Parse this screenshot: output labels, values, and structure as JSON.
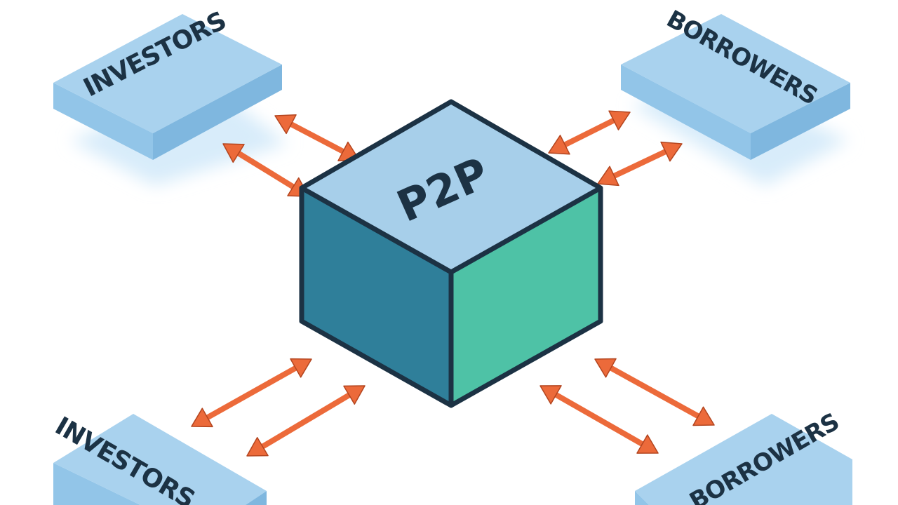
{
  "diagram": {
    "center": {
      "label": "P2P"
    },
    "nodes": [
      {
        "id": "investors-top-left",
        "label": "INVESTORS"
      },
      {
        "id": "borrowers-top-right",
        "label": "BORROWERS"
      },
      {
        "id": "investors-bottom-left",
        "label": "INVESTORS"
      },
      {
        "id": "borrowers-bottom-right",
        "label": "BORROWERS"
      }
    ]
  },
  "colors": {
    "slab_top": "#a9d2ee",
    "slab_side": "#7fb7df",
    "slab_front": "#92c5e8",
    "slab_shadow": "#d8ecfa",
    "cube_top": "#a7cfea",
    "cube_left": "#2f7f9a",
    "cube_right": "#4ec2a6",
    "outline": "#1c3244",
    "arrow": "#ec6a3a",
    "arrow_outline": "#b3451f"
  }
}
